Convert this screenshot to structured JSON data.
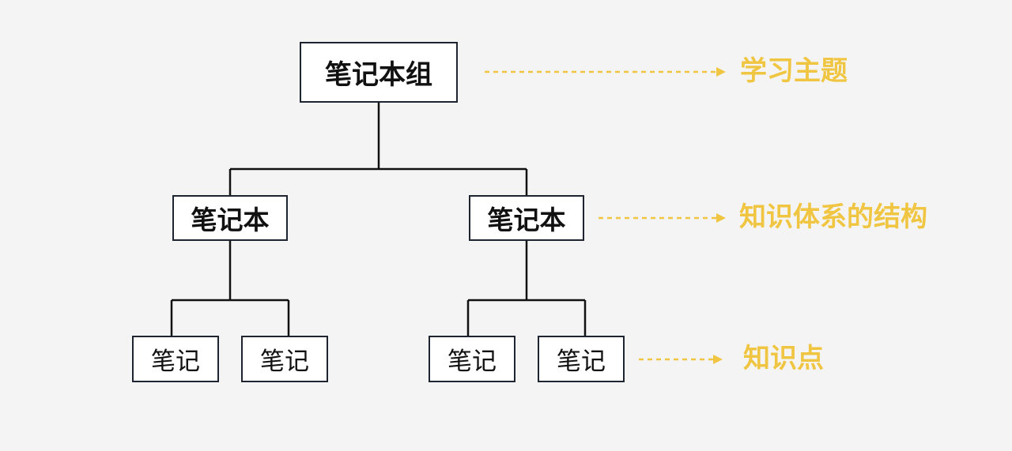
{
  "colors": {
    "background": "#f4f4f4",
    "node_border": "#1f2530",
    "node_fill": "#ffffff",
    "connector": "#111111",
    "accent": "#f0c541"
  },
  "tree": {
    "root": {
      "label": "笔记本组"
    },
    "notebooks": [
      {
        "label": "笔记本",
        "notes": [
          {
            "label": "笔记"
          },
          {
            "label": "笔记"
          }
        ]
      },
      {
        "label": "笔记本",
        "notes": [
          {
            "label": "笔记"
          },
          {
            "label": "笔记"
          }
        ]
      }
    ]
  },
  "legend": {
    "level1": "学习主题",
    "level2": "知识体系的结构",
    "level3": "知识点"
  }
}
